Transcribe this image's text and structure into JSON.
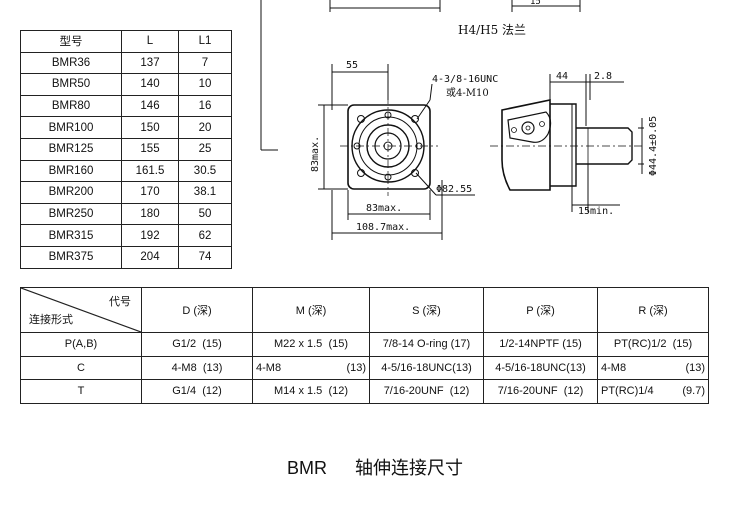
{
  "model_table": {
    "headers": [
      "型号",
      "L",
      "L1"
    ],
    "rows": [
      [
        "BMR36",
        "137",
        "7"
      ],
      [
        "BMR50",
        "140",
        "10"
      ],
      [
        "BMR80",
        "146",
        "16"
      ],
      [
        "BMR100",
        "150",
        "20"
      ],
      [
        "BMR125",
        "155",
        "25"
      ],
      [
        "BMR160",
        "161.5",
        "30.5"
      ],
      [
        "BMR200",
        "170",
        "38.1"
      ],
      [
        "BMR250",
        "180",
        "50"
      ],
      [
        "BMR315",
        "192",
        "62"
      ],
      [
        "BMR375",
        "204",
        "74"
      ]
    ]
  },
  "drawing": {
    "flange_label": "H4/H5 法兰",
    "dim_55": "55",
    "dim_83max_v": "83max.",
    "dim_83max_h": "83max.",
    "dim_108": "108.7max.",
    "dim_82": "Φ82.55",
    "thread_1": "4-3/8-16UNC",
    "thread_2": "或4-M10",
    "dim_44": "44",
    "dim_2_8": "2.8",
    "dim_shaft": "Φ44.4±0.05",
    "dim_15min": "15min.",
    "dim_top": "15"
  },
  "conn_table": {
    "corner_top": "代号",
    "corner_bottom": "连接形式",
    "headers": [
      "D (深)",
      "M (深)",
      "S (深)",
      "P (深)",
      "R (深)"
    ],
    "rows": [
      {
        "type": "P(A,B)",
        "d": [
          "G1/2",
          "(15)"
        ],
        "m": [
          "M22 x 1.5",
          "(15)"
        ],
        "s": [
          "7/8-14  O-ring",
          "(17)"
        ],
        "p": [
          "1/2-14NPTF",
          "(15)"
        ],
        "r": [
          "PT(RC)1/2",
          "(15)"
        ]
      },
      {
        "type": "C",
        "d": [
          "4-M8",
          "(13)"
        ],
        "m": [
          "4-M8",
          "(13)"
        ],
        "s": [
          "4-5/16-18UNC",
          "(13)"
        ],
        "p": [
          "4-5/16-18UNC",
          "(13)"
        ],
        "r": [
          "4-M8",
          "(13)"
        ]
      },
      {
        "type": "T",
        "d": [
          "G1/4",
          "(12)"
        ],
        "m": [
          "M14 x 1.5",
          "(12)"
        ],
        "s": [
          "7/16-20UNF",
          "(12)"
        ],
        "p": [
          "7/16-20UNF",
          "(12)"
        ],
        "r": [
          "PT(RC)1/4",
          "(9.7)"
        ]
      }
    ]
  },
  "caption": {
    "model": "BMR",
    "text": "轴伸连接尺寸"
  }
}
